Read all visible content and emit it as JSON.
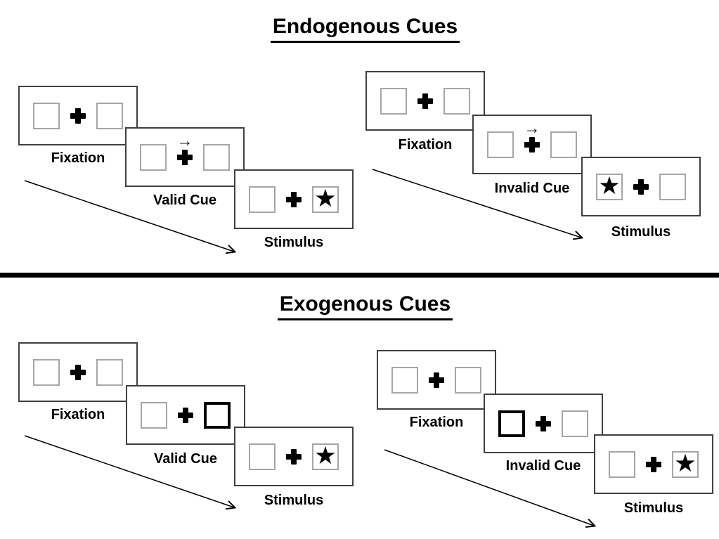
{
  "colors": {
    "background": "#ffffff",
    "panel_border": "#404040",
    "placeholder_box_border": "#a6a6a6",
    "exogenous_cue_border": "#000000",
    "ink": "#000000"
  },
  "icons": {
    "fixation_cross": "plus-cross",
    "cue_arrow": "→",
    "target_star": "★"
  },
  "sections": [
    {
      "title": "Endogenous Cues",
      "groups": [
        {
          "name": "valid-trial",
          "panels": [
            {
              "label": "Fixation",
              "cue": "none",
              "star": "none"
            },
            {
              "label": "Valid Cue",
              "cue": "central-arrow-right",
              "star": "none"
            },
            {
              "label": "Stimulus",
              "cue": "none",
              "star": "right"
            }
          ]
        },
        {
          "name": "invalid-trial",
          "panels": [
            {
              "label": "Fixation",
              "cue": "none",
              "star": "none"
            },
            {
              "label": "Invalid Cue",
              "cue": "central-arrow-right",
              "star": "none"
            },
            {
              "label": "Stimulus",
              "cue": "none",
              "star": "left"
            }
          ]
        }
      ]
    },
    {
      "title": "Exogenous Cues",
      "groups": [
        {
          "name": "valid-trial",
          "panels": [
            {
              "label": "Fixation",
              "cue": "none",
              "star": "none"
            },
            {
              "label": "Valid Cue",
              "cue": "peripheral-box-right",
              "star": "none"
            },
            {
              "label": "Stimulus",
              "cue": "none",
              "star": "right"
            }
          ]
        },
        {
          "name": "invalid-trial",
          "panels": [
            {
              "label": "Fixation",
              "cue": "none",
              "star": "none"
            },
            {
              "label": "Invalid Cue",
              "cue": "peripheral-box-left",
              "star": "none"
            },
            {
              "label": "Stimulus",
              "cue": "none",
              "star": "right"
            }
          ]
        }
      ]
    }
  ]
}
